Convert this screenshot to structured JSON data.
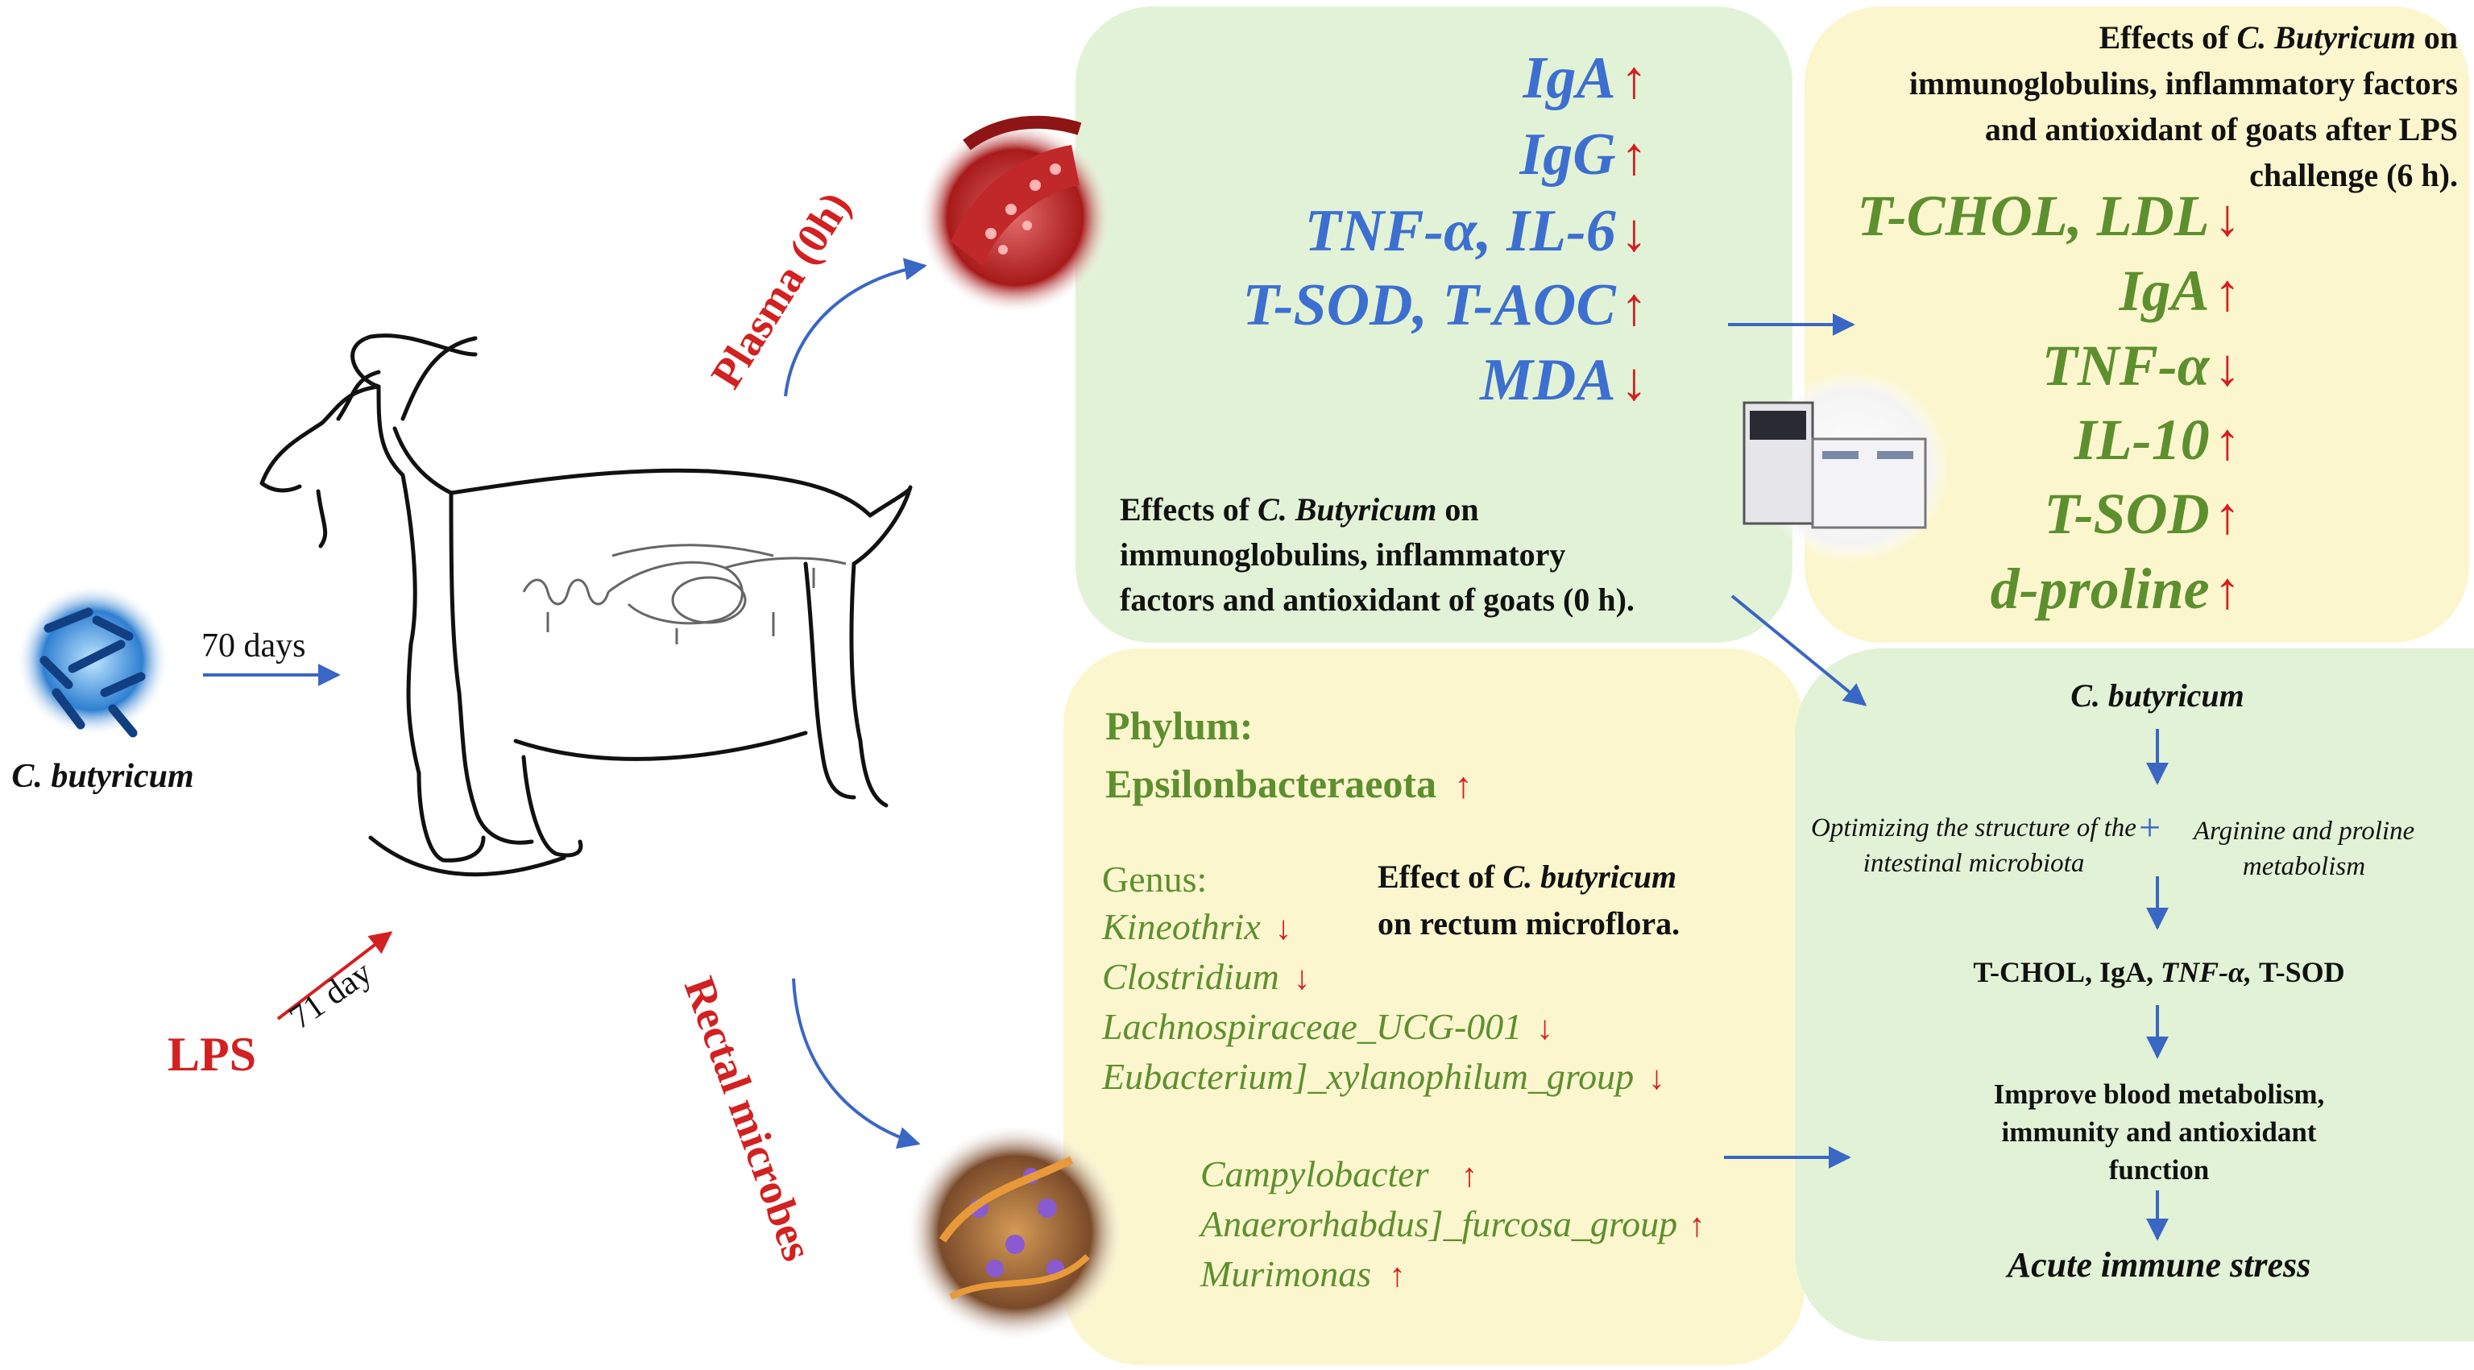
{
  "colors": {
    "green_panel": "#e2f2d6",
    "yellow_panel": "#fbf6cd",
    "blue_text": "#3d6fd0",
    "green_text": "#5d8f2f",
    "red": "#d32020",
    "arrow_blue": "#3a66c4"
  },
  "left": {
    "bacteria_label": "C. butyricum",
    "duration_label": "70 days",
    "lps_label": "LPS",
    "day_label": "71 day"
  },
  "labels": {
    "plasma": "Plasma (0h)",
    "rectal": "Rectal microbes"
  },
  "plasma_0h": {
    "items": [
      "IgA",
      "IgG",
      "TNF-α, IL-6",
      "T-SOD, T-AOC",
      "MDA"
    ],
    "trends": [
      "↑",
      "↑",
      "↓",
      "↑",
      "↓"
    ],
    "note_prefix": "Effects of ",
    "note_species": "C. Butyricum",
    "note_line1_tail": " on",
    "note_line2": "immunoglobulins, inflammatory",
    "note_line3": "factors and antioxidant of goats (0 h)."
  },
  "plasma_6h": {
    "note_prefix": "Effects of ",
    "note_species": "C. Butyricum",
    "note_line1_tail": " on",
    "note_line2": "immunoglobulins, inflammatory factors",
    "note_line3": "and antioxidant of goats after LPS",
    "note_line4": "challenge (6 h).",
    "items": [
      "T-CHOL, LDL",
      "IgA",
      "TNF-α",
      "IL-10",
      "T-SOD",
      "d-proline"
    ],
    "trends": [
      "↓",
      "↑",
      "↓",
      "↑",
      "↑",
      "↑"
    ]
  },
  "microbes": {
    "phylum_heading": "Phylum:",
    "phylum": "Epsilonbacteraeota",
    "phylum_trend": "↑",
    "genus_heading": "Genus:",
    "genera_down": [
      "Kineothrix",
      "Clostridium",
      "Lachnospiraceae_UCG-001",
      "Eubacterium]_xylanophilum_group"
    ],
    "genera_down_trend": "↓",
    "genera_up": [
      "Campylobacter",
      "Anaerorhabdus]_furcosa_group",
      "Murimonas"
    ],
    "genera_up_trend": "↑",
    "note_prefix": "Effect of ",
    "note_species": "C. butyricum",
    "note_line2": "on  rectum microflora."
  },
  "mechanism": {
    "title": "C. butyricum",
    "left_branch": "Optimizing the structure of the intestinal microbiota",
    "plus": "+",
    "right_branch": "Arginine and proline metabolism",
    "markers_a": "T-CHOL,  IgA, ",
    "markers_tnf": "TNF-α,",
    "markers_b": " T-SOD",
    "improve": "Improve blood metabolism, immunity  and antioxidant function",
    "outcome": "Acute immune stress"
  }
}
